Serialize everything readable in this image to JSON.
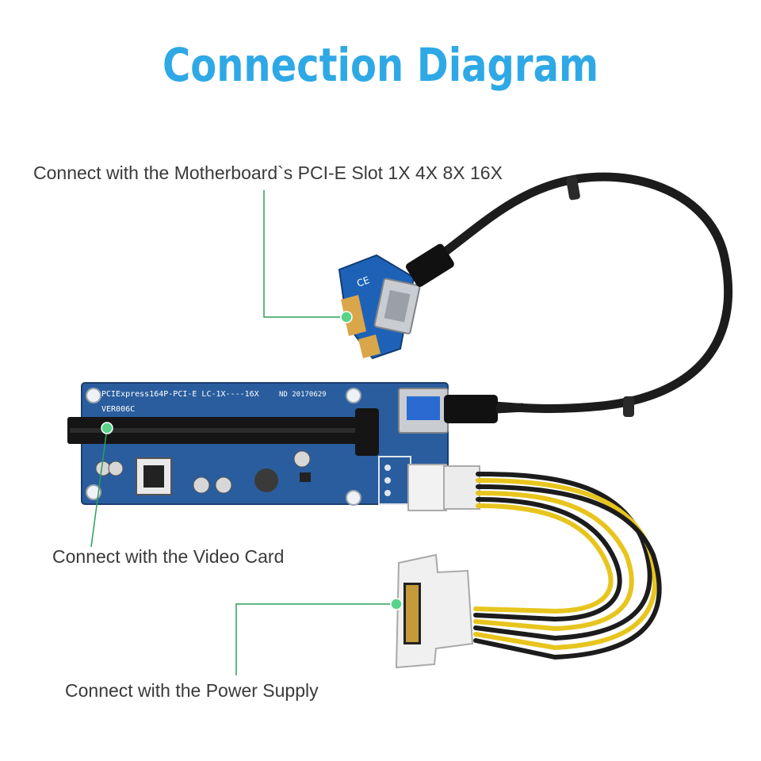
{
  "title": "Connection Diagram",
  "callouts": {
    "motherboard": "Connect with the Motherboard`s PCI-E Slot 1X 4X 8X 16X",
    "video_card": "Connect with the Video Card",
    "power_supply": "Connect with the Power Supply"
  },
  "board_text": {
    "silkscreen_line1": "PCIExpress164P-PCI-E LC-1X----16X",
    "date_code": "ND 20170629",
    "version": "VER006C",
    "ce_mark": "CE"
  },
  "colors": {
    "title": "#2fa8e6",
    "callout_line": "#2e9e5a",
    "board_blue": "#2a5d9e",
    "cable": "#1c1c1c",
    "wire_yellow": "#e8c51e"
  }
}
